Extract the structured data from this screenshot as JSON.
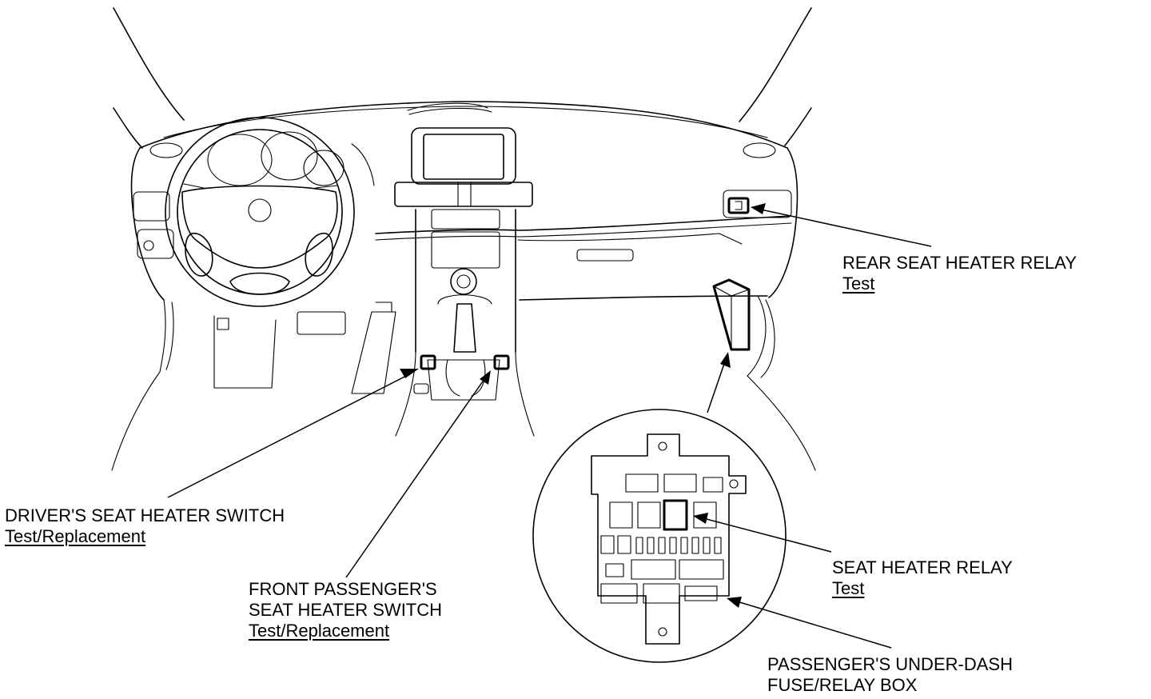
{
  "callouts": {
    "rear_relay": {
      "title": "REAR SEAT HEATER RELAY",
      "link": "Test"
    },
    "driver_switch": {
      "title": "DRIVER'S SEAT HEATER SWITCH",
      "link": "Test/Replacement"
    },
    "passenger_switch": {
      "title_line1": "FRONT PASSENGER'S",
      "title_line2": "SEAT HEATER SWITCH",
      "link": "Test/Replacement"
    },
    "seat_relay": {
      "title": "SEAT HEATER RELAY",
      "link": "Test"
    },
    "fuse_box": {
      "title_line1": "PASSENGER'S UNDER-DASH",
      "title_line2": "FUSE/RELAY BOX"
    }
  }
}
